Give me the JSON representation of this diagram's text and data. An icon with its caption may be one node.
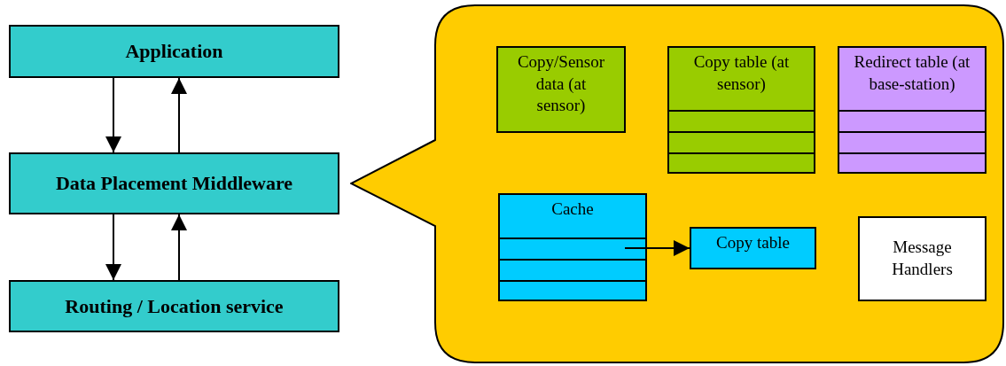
{
  "diagram": {
    "nodes": [
      {
        "text": [
          "Application"
        ]
      },
      {
        "text": [
          "Data Placement Middleware"
        ]
      },
      {
        "text": [
          "Routing / Location service"
        ]
      },
      {
        "text": [],
        "shape": "callout"
      },
      {
        "text": [
          "Copy/Sensor data (at sensor)"
        ],
        "in": 3
      },
      {
        "text": [
          "Copy table (at sensor)"
        ],
        "in": 3
      },
      {
        "text": [
          "Redirect table (at base-station)"
        ],
        "in": 3
      },
      {
        "text": [
          "Cache"
        ],
        "in": 3
      },
      {
        "text": [
          "Copy table"
        ],
        "in": 3
      },
      {
        "text": [
          "Message Handlers"
        ],
        "in": 3
      }
    ],
    "edges": [
      {
        "from": 0,
        "to": 1,
        "arrow": "to"
      },
      {
        "from": 1,
        "to": 0,
        "arrow": "to"
      },
      {
        "from": 1,
        "to": 2,
        "arrow": "to"
      },
      {
        "from": 2,
        "to": 1,
        "arrow": "to"
      },
      {
        "from": 7,
        "to": 8,
        "arrow": "to"
      }
    ]
  }
}
